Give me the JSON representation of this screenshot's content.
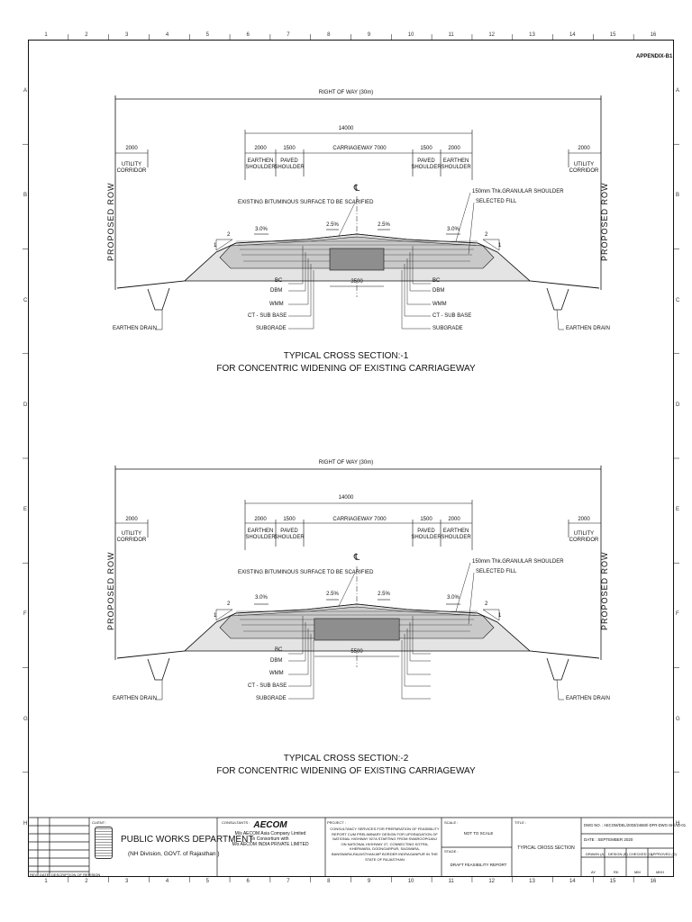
{
  "sheet_ref": "APPENDIX-B1",
  "grid": {
    "columns": [
      "1",
      "2",
      "3",
      "4",
      "5",
      "6",
      "7",
      "8",
      "9",
      "10",
      "11",
      "12",
      "13",
      "14",
      "15",
      "16"
    ],
    "rows": [
      "A",
      "B",
      "C",
      "D",
      "E",
      "F",
      "G",
      "H"
    ]
  },
  "sections": [
    {
      "row_label": "RIGHT OF WAY (30m)",
      "total_width": "14000",
      "utility_width": "2000",
      "utility_label": "UTILITY\nCORRIDOR",
      "earthen_width": "2000",
      "earthen_label": "EARTHEN\nSHOULDER",
      "paved_width": "1500",
      "paved_label": "PAVED\nSHOULDER",
      "carriageway_label": "CARRIAGEWAY 7000",
      "proposed_row": "PROPOSED ROW",
      "centerline": "℄",
      "existing_surface": "EXISTING BITUMINOUS SURFACE TO BE SCARIFIED",
      "granular_shoulder": "150mm Thk.GRANULAR SHOULDER",
      "selected_fill": "SELECTED FILL",
      "camber": "2.5%",
      "shoulder_slope": "3.0%",
      "side_slope_h": "2",
      "side_slope_v": "1",
      "existing_width": "3500",
      "layers": [
        "BC",
        "DBM",
        "WMM",
        "CT - SUB BASE",
        "SUBGRADE"
      ],
      "drain_label": "EARTHEN DRAIN",
      "title_line1": "TYPICAL CROSS SECTION:-1",
      "title_line2": "FOR CONCENTRIC WIDENING OF EXISTING CARRIAGEWAY"
    },
    {
      "row_label": "RIGHT OF WAY (30m)",
      "total_width": "14000",
      "utility_width": "2000",
      "utility_label": "UTILITY\nCORRIDOR",
      "earthen_width": "2000",
      "earthen_label": "EARTHEN\nSHOULDER",
      "paved_width": "1500",
      "paved_label": "PAVED\nSHOULDER",
      "carriageway_label": "CARRIAGEWAY 7000",
      "proposed_row": "PROPOSED ROW",
      "centerline": "℄",
      "existing_surface": "EXISTING BITUMINOUS SURFACE TO BE SCARIFIED",
      "granular_shoulder": "150mm Thk.GRANULAR SHOULDER",
      "selected_fill": "SELECTED FILL",
      "camber": "2.5%",
      "shoulder_slope": "3.0%",
      "side_slope_h": "2",
      "side_slope_v": "1",
      "existing_width": "5500",
      "layers": [
        "BC",
        "DBM",
        "WMM",
        "CT - SUB BASE",
        "SUBGRADE"
      ],
      "drain_label": "EARTHEN DRAIN",
      "title_line1": "TYPICAL CROSS SECTION:-2",
      "title_line2": "FOR CONCENTRIC WIDENING OF EXISTING CARRIAGEWAY"
    }
  ],
  "title_block": {
    "rev_headers": [
      "REV",
      "DATE",
      "DESCRIPTION OF REVISION"
    ],
    "client_label": "CLIENT :",
    "client_name": "PUBLIC WORKS DEPARTMENT",
    "client_sub": "(NH Division, GOVT. of Rajasthan )",
    "consultant_label": "CONSULTANTS :",
    "consultant_logo": "AECOM",
    "consultant_line1": "M/s AECOM Asia Company Limited",
    "consultant_line2": "in Consortium with",
    "consultant_line3": "M/s AECOM INDIA PRIVATE LIMITED",
    "project_label": "PROJECT :",
    "project_text": "CONSULTANCY SERVICES FOR PREPARATION OF FEASIBILITY REPORT CUM PRELIMINARY DESIGN FOR UPGRADATION OF NATIONAL HIGHWAY 927A STARTING FROM SWAROOPGANJ ON NATIONAL HIGHWAY 27, CONNECTING KOTRA, KHERWARA, DOONGARPUR, SAGWARA, BANSWARA,RAJASTHAN-MP BORDER INDRAGANPUR IN THE STATE OF RAJASTHAN",
    "scale_label": "SCALE :",
    "scale_value": "NOT TO SCALE",
    "stage_label": "STAGE :",
    "stage_value": "DRAFT FEASIBILITY REPORT",
    "title_label": "TITLE :",
    "title_value": "TYPICAL CROSS SECTION",
    "dwg_no": "DWG NO. : AECOM/DEL/2003/24660/-DFR-DWG-SH/AD-01",
    "date": "DATE : SEPTEMBER 2020",
    "sign_headers": [
      "DRAWN (A)",
      "DESIGN (B)",
      "CHECKED (C)",
      "APPROVED (D)"
    ],
    "sign_values": [
      "AY",
      "RK",
      "MM",
      "MKH"
    ]
  }
}
